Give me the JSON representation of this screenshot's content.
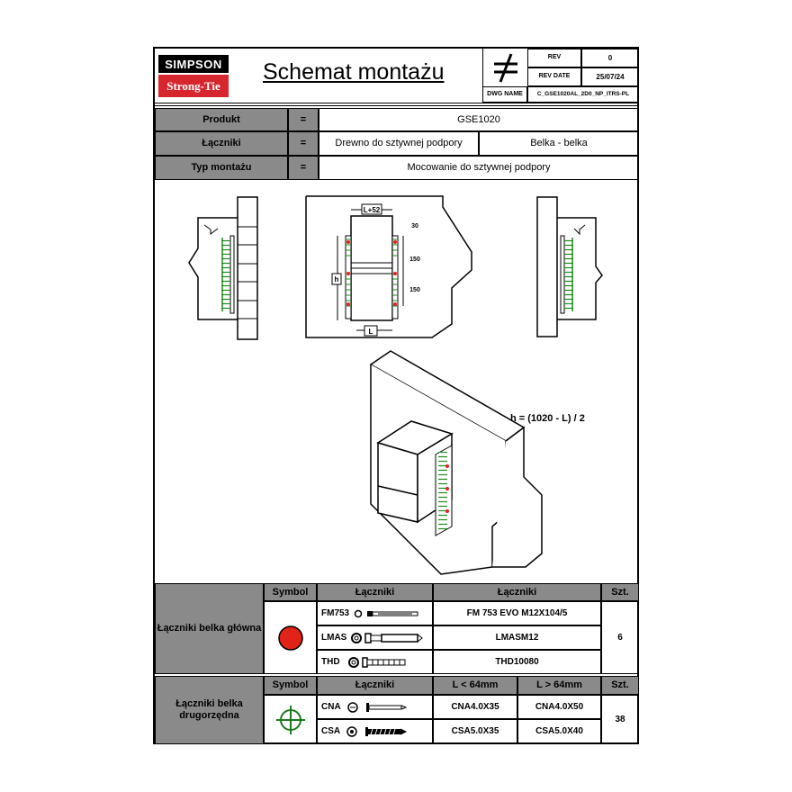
{
  "header": {
    "brand_top": "SIMPSON",
    "brand_bottom": "Strong-Tie",
    "title": "Schemat montażu",
    "rev_label": "REV",
    "rev_value": "0",
    "rev_date_label": "REV DATE",
    "rev_date_value": "25/07/24",
    "dwg_name_label": "DWG NAME",
    "dwg_name_value": "C_GSE1020AL_2D0_NP_ITRS-PL"
  },
  "info": {
    "produkt_label": "Produkt",
    "produkt_value": "GSE1020",
    "laczniki_label": "Łączniki",
    "laczniki_value_1": "Drewno do sztywnej podpory",
    "laczniki_value_2": "Belka - belka",
    "typ_label": "Typ montażu",
    "typ_value": "Mocowanie do sztywnej podpory",
    "equals": "="
  },
  "drawing": {
    "dim_top": "L+52",
    "dim_30": "30",
    "dim_150a": "150",
    "dim_150b": "150",
    "dim_h": "h",
    "dim_bottom": "L",
    "formula": "h = (1020 - L) / 2"
  },
  "table1": {
    "group_label": "Łączniki belka główna",
    "symbol_header": "Symbol",
    "laczniki_header": "Łączniki",
    "laczniki_header2": "Łączniki",
    "szt_header": "Szt.",
    "rows": [
      {
        "code": "FM753",
        "name": "FM 753 EVO M12X104/5"
      },
      {
        "code": "LMAS",
        "name": "LMASM12"
      },
      {
        "code": "THD",
        "name": "THD10080"
      }
    ],
    "qty": "6",
    "symbol_color": "#e2231a"
  },
  "table2": {
    "group_label": "Łączniki belka drugorzędna",
    "symbol_header": "Symbol",
    "laczniki_header": "Łączniki",
    "col_lt": "L < 64mm",
    "col_gt": "L > 64mm",
    "szt_header": "Szt.",
    "rows": [
      {
        "code": "CNA",
        "lt": "CNA4.0X35",
        "gt": "CNA4.0X50"
      },
      {
        "code": "CSA",
        "lt": "CSA5.0X35",
        "gt": "CSA5.0X40"
      }
    ],
    "qty": "38",
    "symbol_color": "#1e7a1e"
  }
}
